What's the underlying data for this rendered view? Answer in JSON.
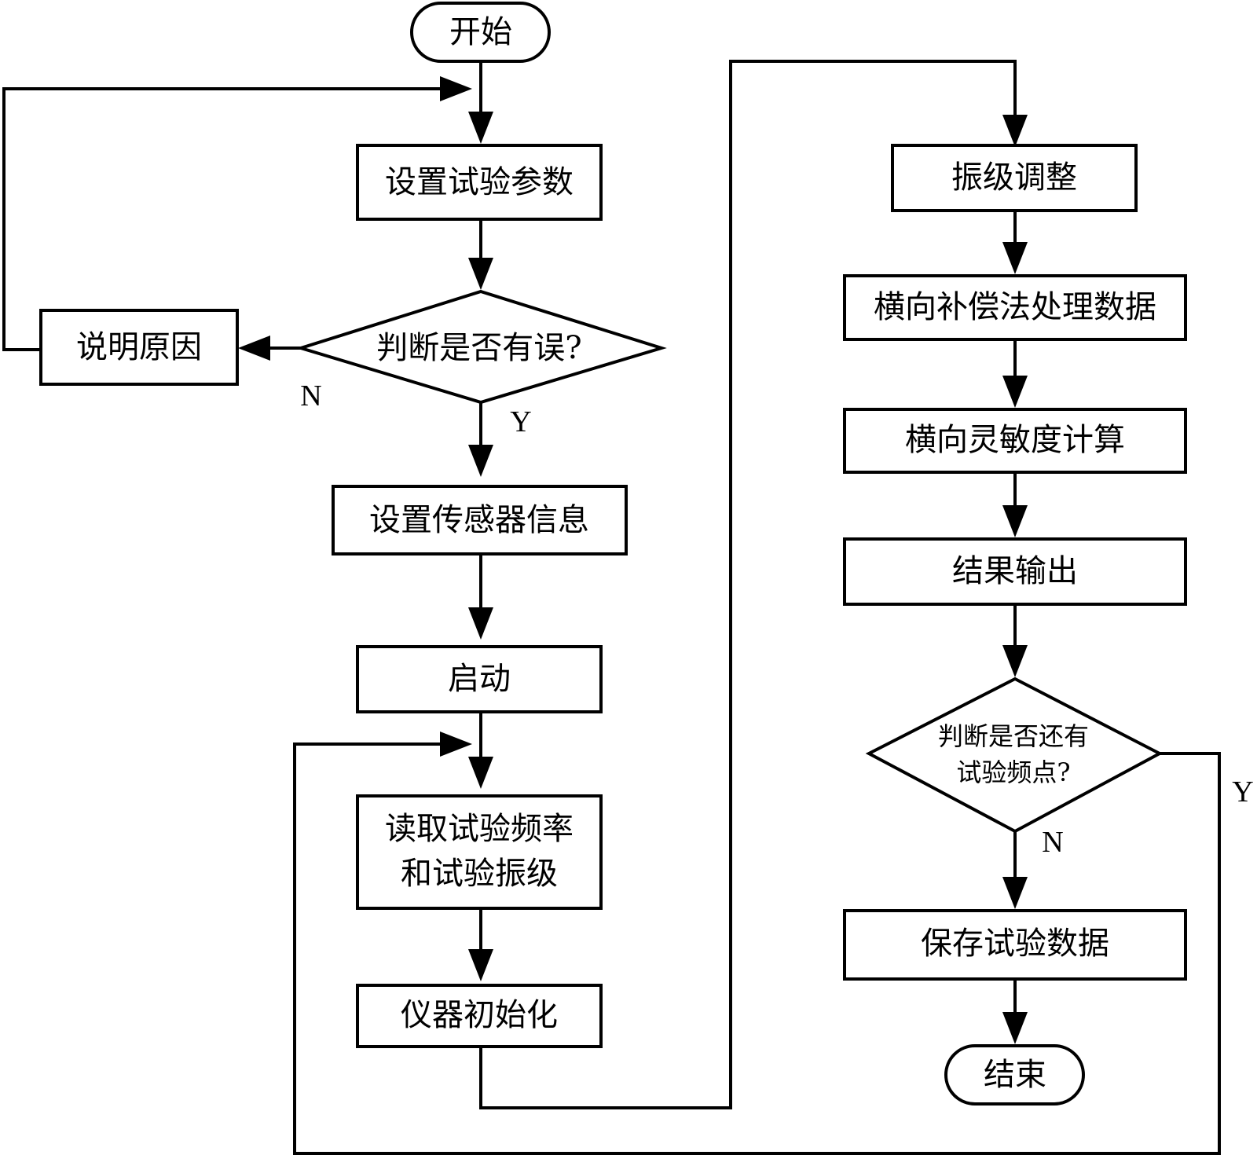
{
  "nodes": {
    "start": "开始",
    "set_params": "设置试验参数",
    "check_error": "判断是否有误?",
    "explain_reason": "说明原因",
    "set_sensor": "设置传感器信息",
    "launch": "启动",
    "read_freq_line1": "读取试验频率",
    "read_freq_line2": "和试验振级",
    "init_instrument": "仪器初始化",
    "adjust_level": "振级调整",
    "lateral_compensation": "横向补偿法处理数据",
    "lateral_sensitivity": "横向灵敏度计算",
    "output_result": "结果输出",
    "check_more_line1": "判断是否还有",
    "check_more_line2": "试验频点?",
    "save_data": "保存试验数据",
    "end": "结束"
  },
  "edge_labels": {
    "error_no": "N",
    "error_yes": "Y",
    "more_yes": "Y",
    "more_no": "N"
  }
}
